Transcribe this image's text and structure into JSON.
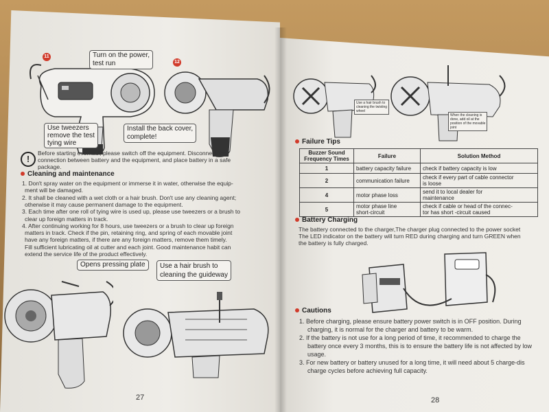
{
  "left_page": {
    "page_number": "27",
    "step_badges": [
      "11",
      "12"
    ],
    "callouts": {
      "power": "Turn on the power,\ntest run",
      "tweezers": "Use tweezers\nremove the test\ntying wire",
      "back_cover": "Install the back cover,\ncomplete!",
      "pressing_plate": "Opens pressing plate",
      "hair_brush": "Use a hair brush to\ncleaning the guideway"
    },
    "warning_lines": [
      "Before starting overhaul, please switch off the equipment. Disconnect the",
      "connection between battery and the equipment, and place battery in a safe",
      "package."
    ],
    "cleaning_title": "Cleaning and maintenance",
    "cleaning_lines": [
      "1. Don't spray water on the equipment or immerse it in water, otherwise the equip-",
      "ment will be damaged.",
      "2. It shall be cleaned with a wet cloth or a hair brush. Don't use any cleaning agent;",
      "otherwise it may cause permanent damage to the equipment.",
      "3. Each time after one roll of tying wire is used up, please use tweezers or a brush to",
      "clear up foreign matters in track.",
      "4. After continuing working for 8 hours, use tweezers or a brush to clear up foreign",
      "matters in track. Check if the pin, retaining ring, and spring of each movable joint",
      "have any foreign matters, if there are any foreign matters, remove them timely.",
      "Fill sufficient lubricating oil at cutter and each joint. Good maintenance habit can",
      "extend the service life of the product effectively."
    ]
  },
  "right_page": {
    "page_number": "28",
    "callouts": {
      "hair_brush_small": "Use a hair brush to\ncleaning the twisting\nwheel",
      "cleaning_done": "When the cleaning is\ndone, add oil at the\nposition of the movable\njoint"
    },
    "failure_title": "Failure Tips",
    "failure_table": {
      "headers": [
        "Buzzer Sound\nFrequency Times",
        "Failure",
        "Solution Method"
      ],
      "rows": [
        [
          "1",
          "battery capacity failure",
          "check if battery capacity is low"
        ],
        [
          "2",
          "communication failure",
          "check if every part of cable connector\nis loose"
        ],
        [
          "4",
          "motor phase loss",
          "send it to local dealer for\nmaintenance"
        ],
        [
          "5",
          "motor phase line\nshort-circuit",
          "check if cable or head of the connec-\ntor has short -circuit caused"
        ]
      ]
    },
    "battery_title": "Battery Charging",
    "battery_lines": [
      "The battery connected to the charger,The charger plug connected to the power socket",
      "The LED indicator on the battery will turn RED during charging and turn GREEN when",
      "the battery is fully charged."
    ],
    "cautions_title": "Cautions",
    "cautions_lines": [
      "1. Before charging, please ensure battery power switch is in OFF position. During",
      "charging, it is normal for the charger and battery to be warm.",
      "2. If the battery is not use for a long period of time, it recommended to charge the",
      "battery once every 3 months, this is to ensure the battery life is not affected by low",
      "usage.",
      "3. For new battery or battery unused for a long time, it will need about 5 charge-dis",
      "charge cycles before achieving full capacity."
    ]
  },
  "colors": {
    "accent_red": "#d13a2a",
    "paper": "#eeece6",
    "table_wood": "#b08a55"
  }
}
